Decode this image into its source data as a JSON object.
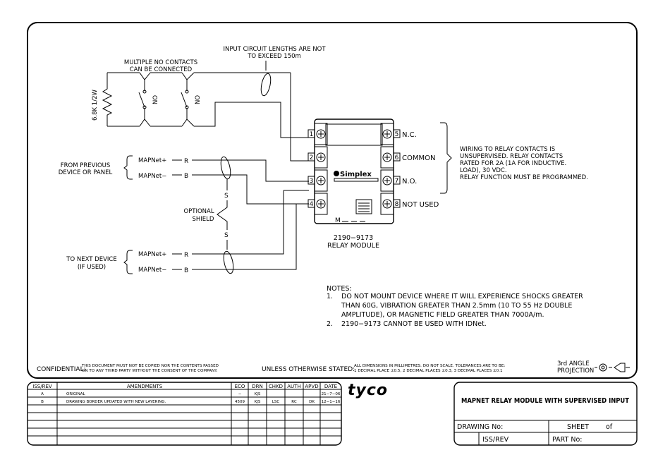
{
  "diagram": {
    "contacts_title": [
      "MULTIPLE NO CONTACTS",
      "CAN BE CONNECTED"
    ],
    "resistor_label": "6.8K 1/2W",
    "contact_label": "NO",
    "circuit_length_note": [
      "INPUT CIRCUIT LENGTHS ARE NOT",
      "TO EXCEED 150m"
    ],
    "from_previous": [
      "FROM PREVIOUS",
      "DEVICE OR PANEL"
    ],
    "to_next": [
      "TO NEXT DEVICE",
      "(IF USED)"
    ],
    "optional_shield": [
      "OPTIONAL",
      "SHIELD"
    ],
    "shield_letter": "S",
    "mapnet_plus": "MAPNet+",
    "mapnet_minus": "MAPNet−",
    "wire_r": "R",
    "wire_b": "B",
    "left_terminals": [
      "1",
      "2",
      "3",
      "4"
    ],
    "right_terminals": [
      {
        "num": "5",
        "label": "N.C."
      },
      {
        "num": "6",
        "label": "COMMON"
      },
      {
        "num": "7",
        "label": "N.O."
      },
      {
        "num": "8",
        "label": "NOT USED"
      }
    ],
    "brand_logo": "Simplex",
    "module_marking": "M",
    "module_caption": [
      "2190−9173",
      "RELAY MODULE"
    ],
    "relay_note": [
      "WIRING TO RELAY CONTACTS IS",
      "UNSUPERVISED. RELAY CONTACTS",
      "RATED FOR 2A (1A FOR INDUCTIVE.",
      "LOAD), 30 VDC.",
      "RELAY FUNCTION MUST BE PROGRAMMED."
    ],
    "notes_title": "NOTES:",
    "notes": [
      {
        "num": "1.",
        "lines": [
          "DO NOT MOUNT DEVICE WHERE IT WILL EXPERIENCE SHOCKS GREATER",
          "THAN 60G, VIBRATION GREATER THAN 2.5mm (10 TO 55 Hz DOUBLE",
          "AMPLITUDE), OR MAGNETIC FIELD GREATER THAN 7000A/m."
        ]
      },
      {
        "num": "2.",
        "lines": [
          "2190−9173 CANNOT BE USED WITH IDNet."
        ]
      }
    ]
  },
  "footer": {
    "confidential_label": "CONFIDENTIAL:",
    "confidential_text": [
      "THIS DOCUMENT MUST NOT BE COPIED NOR THE CONTENTS PASSED",
      "ON TO ANY THIRD PARTY WITHOUT THE CONSENT OF THE COMPANY."
    ],
    "unless_stated": "UNLESS OTHERWISE STATED:",
    "dims_text": [
      "ALL DIMENSIONS IN MILLIMETRES. DO NOT SCALE. TOLERANCES ARE TO BE:",
      "1 DECIMAL PLACE ±0.5, 2 DECIMAL PLACES ±0.3, 3 DECIMAL PLACES ±0.1"
    ],
    "projection": [
      "3rd ANGLE",
      "PROJECTION"
    ]
  },
  "revisions": {
    "headers": [
      "ISS/REV",
      "AMENDMENTS",
      "ECO",
      "DRN",
      "CHKD",
      "AUTH",
      "APVD",
      "DATE"
    ],
    "rows": [
      [
        "A",
        "ORIGINAL",
        "−",
        "KJS",
        "",
        "",
        "",
        "21−7−06"
      ],
      [
        "B",
        "DRAWING BORDER UPDATED WITH NEW LAYERING.",
        "4509",
        "KJS",
        "LSC",
        "RC",
        "DK",
        "12−1−16"
      ]
    ]
  },
  "title_block": {
    "company_logo": "tyco",
    "title": "MAPNET RELAY MODULE WITH SUPERVISED INPUT",
    "drawing_no_label": "DRAWING No:",
    "sheet_label": "SHEET",
    "of_label": "of",
    "iss_rev_label": "ISS/REV",
    "part_no_label": "PART No:"
  }
}
